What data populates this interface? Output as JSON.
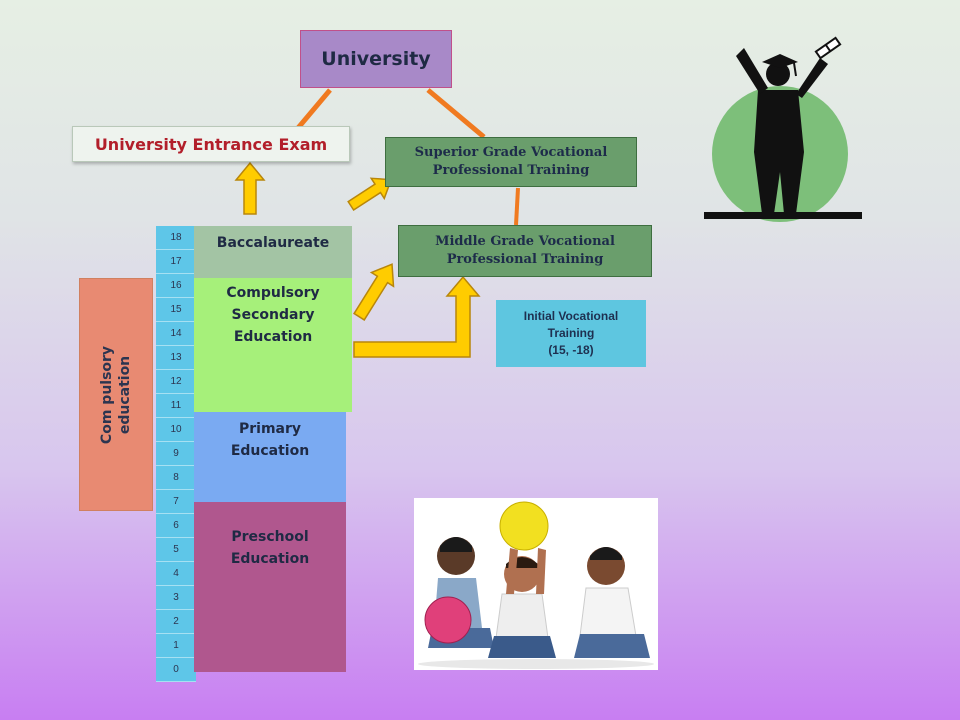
{
  "university": {
    "label": "University"
  },
  "exam": {
    "label": "University Entrance Exam"
  },
  "vocational": {
    "superior_line1": "Superior Grade Vocational",
    "superior_line2": "Professional Training",
    "middle_line1": "Middle Grade Vocational",
    "middle_line2": "Professional Training",
    "initial_line1": "Initial Vocational",
    "initial_line2": "Training",
    "initial_line3": "(15, -18)"
  },
  "compulsory": {
    "line1": "Com pulsory",
    "line2": "education"
  },
  "ages": [
    "18",
    "17",
    "16",
    "15",
    "14",
    "13",
    "12",
    "11",
    "10",
    "9",
    "8",
    "7",
    "6",
    "5",
    "4",
    "3",
    "2",
    "1",
    "0"
  ],
  "stages": {
    "baccalaureate": "Baccalaureate",
    "cse_line1": "Compulsory",
    "cse_line2": "Secondary",
    "cse_line3": "Education",
    "primary_line1": "Primary",
    "primary_line2": "Education",
    "preschool_line1": "Preschool",
    "preschool_line2": "Education"
  },
  "colors": {
    "connector": "#f07a20",
    "arrow_fill": "#ffcc00",
    "arrow_stroke": "#b8860b",
    "university": "#a889c8",
    "exam_text": "#b21e2a",
    "vocational": "#6a9e6c",
    "initial": "#5ec6e0",
    "compulsory": "#e88a72",
    "ages": "#5ec6e8",
    "baccalaureate": "#a3c4a4",
    "cse": "#a6f07a",
    "primary": "#7aaaf2",
    "preschool": "#b0578e"
  },
  "images": {
    "graduate": "graduate-silhouette",
    "children": "children-playing-balls"
  }
}
